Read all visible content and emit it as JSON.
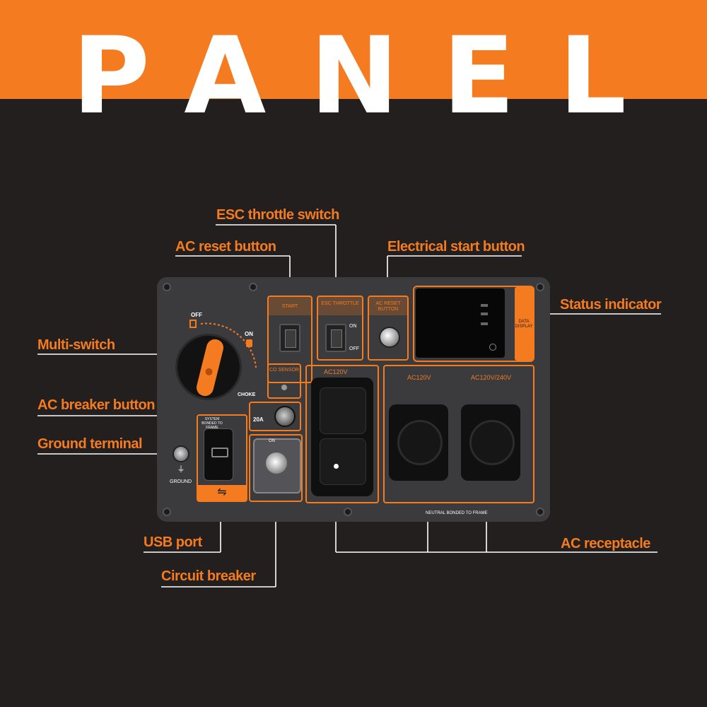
{
  "header": {
    "title": "PANEL"
  },
  "callouts": {
    "esc_throttle_switch": "ESC throttle switch",
    "ac_reset_button": "AC reset button",
    "electrical_start_button": "Electrical start button",
    "status_indicator": "Status indicator",
    "multi_switch": "Multi-switch",
    "ac_breaker_button": "AC breaker button",
    "ground_terminal": "Ground terminal",
    "usb_port": "USB port",
    "circuit_breaker": "Circuit breaker",
    "ac_receptacle": "AC receptacle"
  },
  "panel_labels": {
    "off": "OFF",
    "on": "ON",
    "choke": "CHOKE",
    "start": "START",
    "esc_throttle": "ESC THROTTLE",
    "esc_on": "ON",
    "esc_off": "OFF",
    "ac_reset": "AC RESET BUTTON",
    "data_display": "DATA DISPLAY",
    "co_sensor": "CO SENSOR",
    "breaker_amps": "20A",
    "ac120v_duplex": "AC120V",
    "ac120v": "AC120V",
    "ac120_240v": "AC120V/240V",
    "neutral_bonded": "NEUTRAL BONDED TO FRAME",
    "ground": "GROUND",
    "usb_header": "SYSTEM BONDED TO FRAME",
    "breaker_on": "ON"
  },
  "colors": {
    "accent": "#f47b20",
    "background": "#221f1e",
    "panel": "#3b3b3d"
  },
  "icons": [
    "fuel-icon",
    "oil-icon",
    "ground-symbol-icon",
    "usb-icon",
    "twist-lock-icon"
  ]
}
